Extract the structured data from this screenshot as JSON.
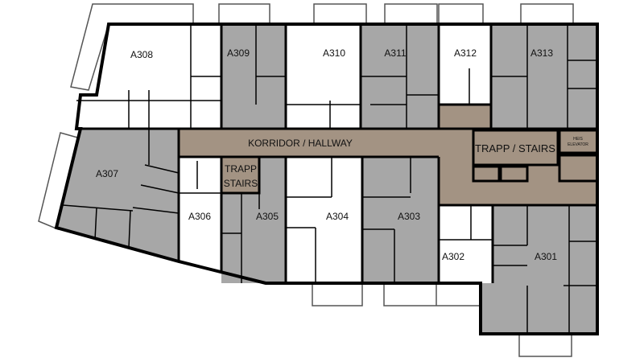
{
  "title": "Floor plan level 3",
  "colors": {
    "apartment_gray": "#a7a7a7",
    "corridor": "#a39383",
    "wall": "#000000"
  },
  "rooms": {
    "a308": "A308",
    "a309": "A309",
    "a310": "A310",
    "a311": "A311",
    "a312": "A312",
    "a313": "A313",
    "a307": "A307",
    "a306": "A306",
    "a305": "A305",
    "a304": "A304",
    "a303": "A303",
    "a302": "A302",
    "a301": "A301"
  },
  "corridor": "KORRIDOR / HALLWAY",
  "stairs_main": "TRAPP / STAIRS",
  "stairs_small_1": "TRAPP",
  "stairs_small_2": "STAIRS",
  "elevator_1": "HEIS",
  "elevator_2": "ELEVATOR"
}
